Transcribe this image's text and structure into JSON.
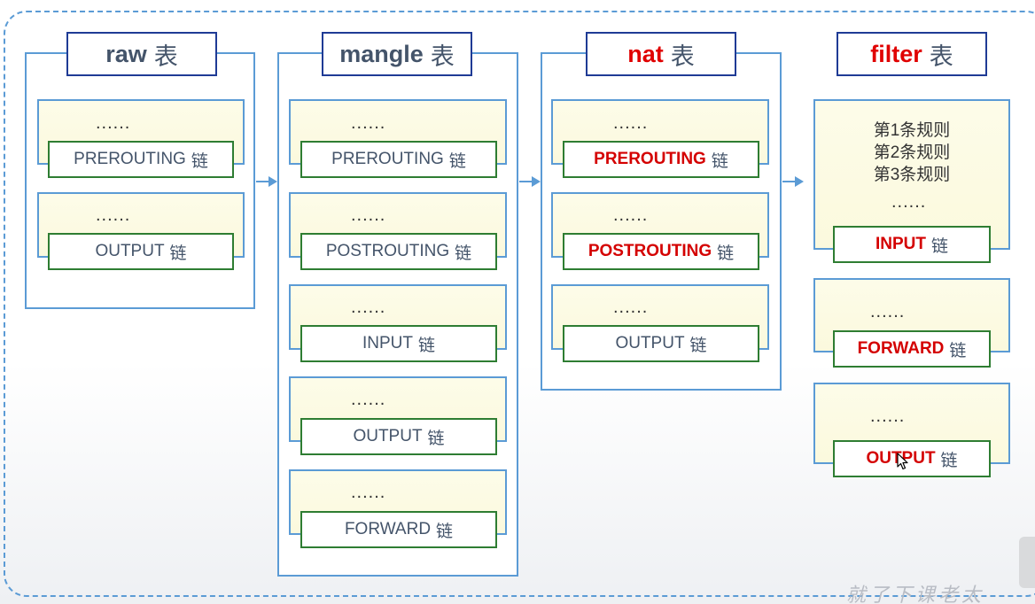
{
  "table_suffix": "表",
  "chain_suffix": "链",
  "ellipsis": "......",
  "tables": {
    "raw": {
      "name": "raw",
      "chains": [
        "PREROUTING",
        "OUTPUT"
      ]
    },
    "mangle": {
      "name": "mangle",
      "chains": [
        "PREROUTING",
        "POSTROUTING",
        "INPUT",
        "OUTPUT",
        "FORWARD"
      ]
    },
    "nat": {
      "name": "nat",
      "chains": [
        "PREROUTING",
        "POSTROUTING",
        "OUTPUT"
      ]
    },
    "filter": {
      "name": "filter",
      "chains": [
        "INPUT",
        "FORWARD",
        "OUTPUT"
      ],
      "rules": [
        "第1条规则",
        "第2条规则",
        "第3条规则"
      ]
    }
  },
  "highlight_color": "#d40000",
  "frame_color": "#5b9bd5",
  "chain_border_color": "#2e7d32",
  "title_border_color": "#1f3b95",
  "watermark": "就了下课老太"
}
